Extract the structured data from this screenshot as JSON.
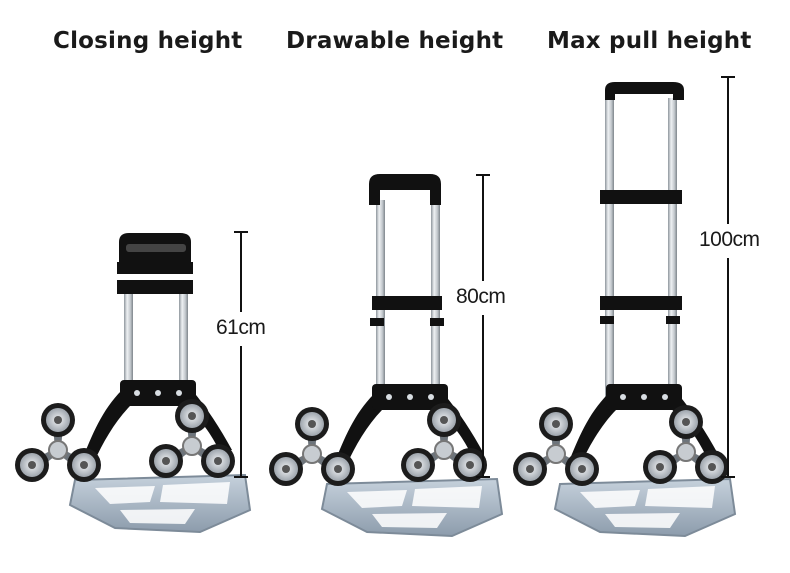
{
  "headings": {
    "closing": "Closing height",
    "drawable": "Drawable height",
    "max_pull": "Max pull height"
  },
  "dimensions": {
    "closing": "61cm",
    "drawable": "80cm",
    "max_pull": "100cm"
  },
  "colors": {
    "frame": "#111111",
    "tube": "#c9ced3",
    "plate": "#a9b8c8",
    "wheel_hub": "#b9bec4",
    "tire": "#1c1c1c"
  }
}
